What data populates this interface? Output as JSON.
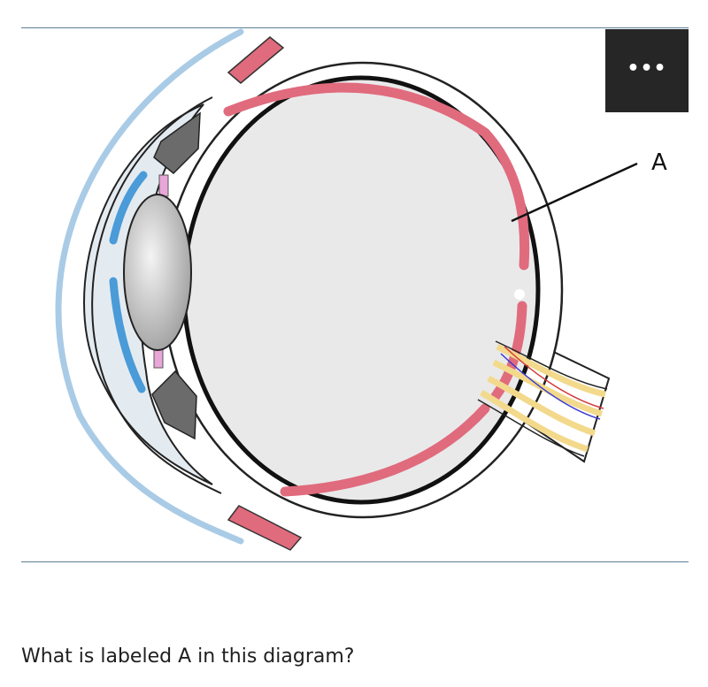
{
  "diagram": {
    "labels": [
      {
        "id": "A",
        "text": "A"
      }
    ]
  },
  "toolbar": {
    "more_label": "•••"
  },
  "question": {
    "text": "What is labeled A in this diagram?"
  },
  "colors": {
    "retina": "#e06b7d",
    "cornea": "#a9cbe6",
    "iris": "#4a9bd8",
    "ciliary": "#6b6b6b",
    "vitreous": "#e9e9ea",
    "nerve": "#f3d98b",
    "rule": "#5b7f95"
  }
}
